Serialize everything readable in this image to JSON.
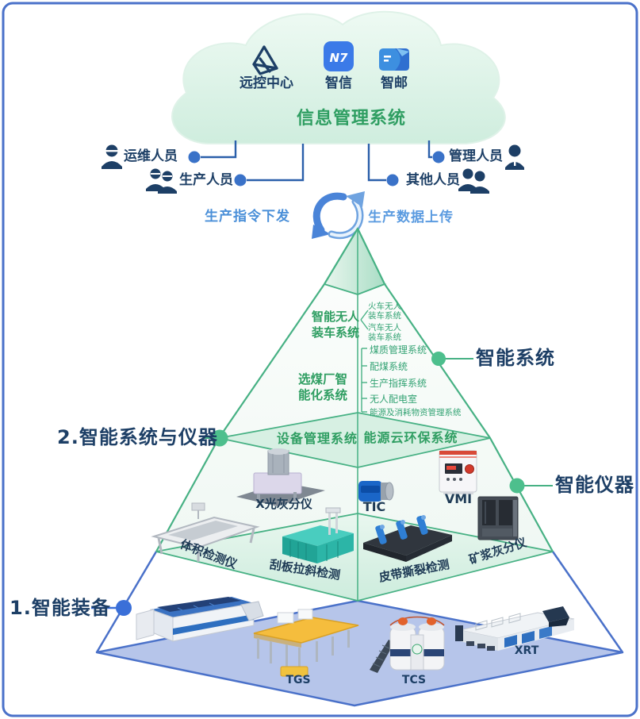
{
  "cloud": {
    "title": "信息管理系统",
    "apps": [
      {
        "label": "远控中心",
        "glyph": ""
      },
      {
        "label": "智信",
        "glyph": "N7"
      },
      {
        "label": "智邮",
        "glyph": ""
      }
    ]
  },
  "people": {
    "ops": "运维人员",
    "production": "生产人员",
    "management": "管理人员",
    "others": "其他人员"
  },
  "flow": {
    "command_down": "生产指令下发",
    "data_up": "生产数据上传"
  },
  "callouts": {
    "smart_system": "智能系统",
    "system_and_instrument": "2.智能系统与仪器",
    "smart_instrument": "智能仪器",
    "smart_equipment": "1.智能装备"
  },
  "pyramid": {
    "loading": {
      "title": "智能无人装车系统",
      "items": [
        "火车无人装车系统",
        "汽车无人装车系统"
      ]
    },
    "plant": {
      "title": "选煤厂智能化系统",
      "items": [
        "煤质管理系统",
        "配煤系统",
        "生产指挥系统",
        "无人配电室",
        "能源及消耗物资管理系统"
      ]
    },
    "band": {
      "left": "设备管理系统",
      "right": "能源云环保系统"
    },
    "instruments": {
      "xray": "X光灰分仪",
      "tic": "TIC",
      "vmi": "VMI",
      "volume": "体积检测仪",
      "scraper": "刮板拉斜检测",
      "belt": "皮带撕裂检测",
      "slurry": "矿浆灰分仪"
    },
    "equipment": {
      "tgs": "TGS",
      "tcs": "TCS",
      "xrt": "XRT"
    }
  },
  "colors": {
    "frame_border": "#4a71c9",
    "green_line": "#47b184",
    "band_fill": "#d7f0e3",
    "navy_text": "#1d3f66",
    "green_text": "#2f9e62",
    "blue_text": "#4a8fd8",
    "base_fill": "#b6c5ea",
    "dot_green": "#4dbf8d",
    "dot_blue": "#3a6fd8"
  }
}
